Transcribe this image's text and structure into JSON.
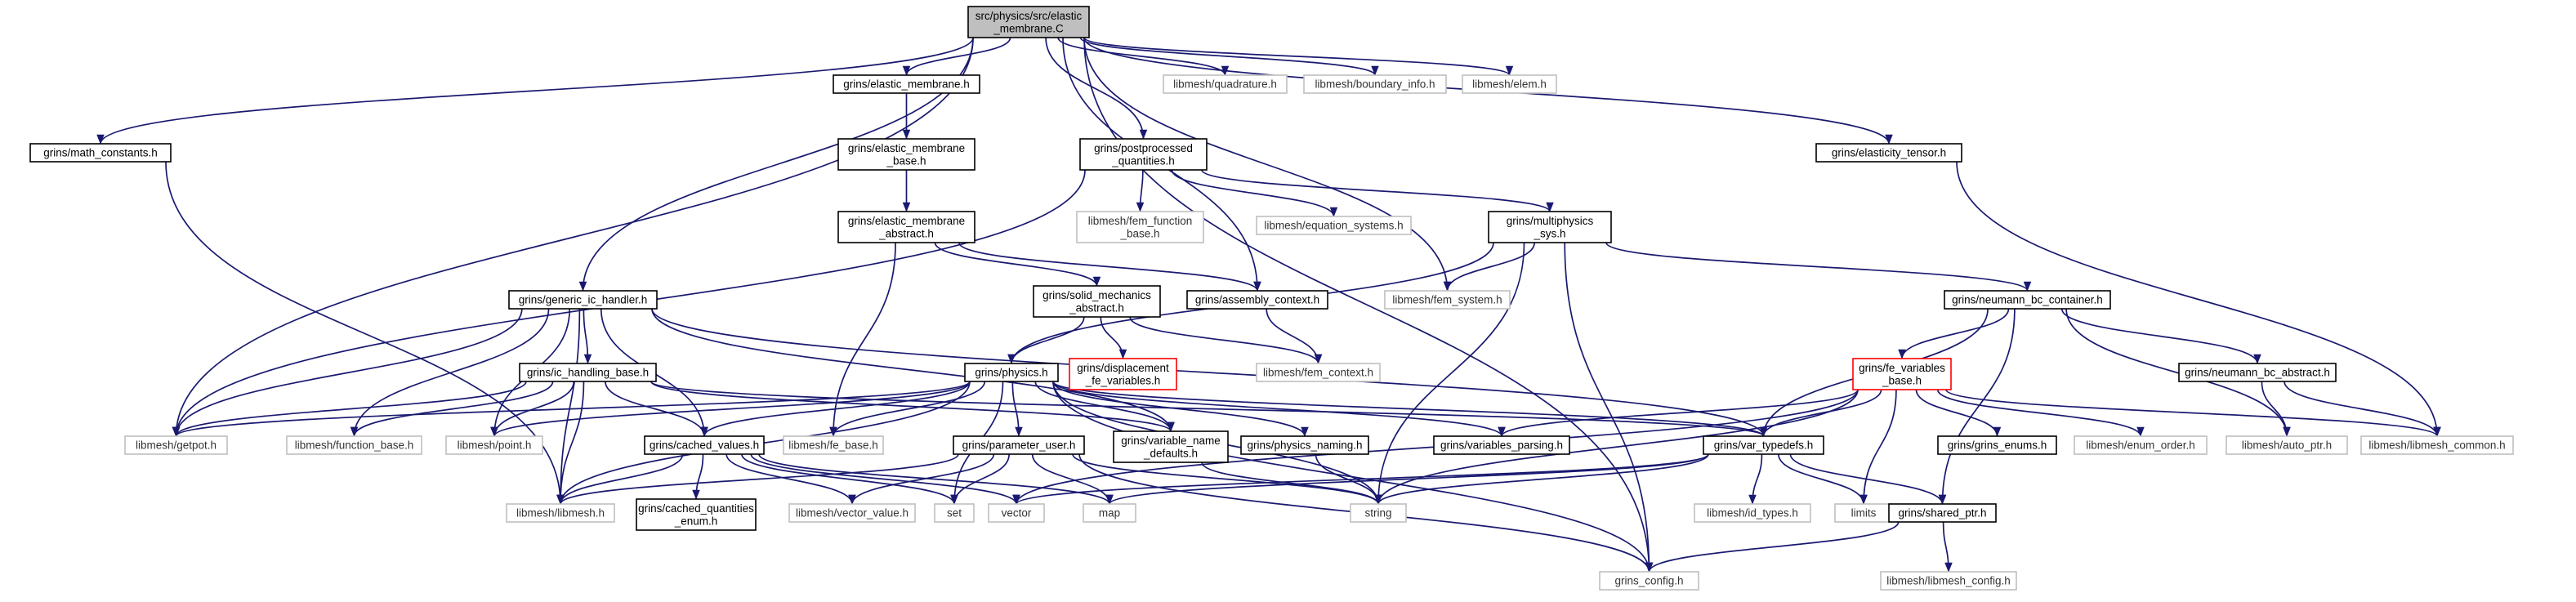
{
  "diagram": {
    "title": "src/physics/src/elastic_membrane.C",
    "nodes": [
      {
        "id": "root",
        "lines": [
          "src/physics/src/elastic",
          "_membrane.C"
        ],
        "style": "root"
      },
      {
        "id": "math_constants",
        "lines": [
          "grins/math_constants.h"
        ],
        "style": "normal"
      },
      {
        "id": "elastic_membrane_h",
        "lines": [
          "grins/elastic_membrane.h"
        ],
        "style": "normal"
      },
      {
        "id": "quadrature",
        "lines": [
          "libmesh/quadrature.h"
        ],
        "style": "ext"
      },
      {
        "id": "boundary_info",
        "lines": [
          "libmesh/boundary_info.h"
        ],
        "style": "ext"
      },
      {
        "id": "elem",
        "lines": [
          "libmesh/elem.h"
        ],
        "style": "ext"
      },
      {
        "id": "elastic_membrane_base",
        "lines": [
          "grins/elastic_membrane",
          "_base.h"
        ],
        "style": "normal"
      },
      {
        "id": "postprocessed",
        "lines": [
          "grins/postprocessed",
          "_quantities.h"
        ],
        "style": "normal"
      },
      {
        "id": "elasticity_tensor",
        "lines": [
          "grins/elasticity_tensor.h"
        ],
        "style": "normal"
      },
      {
        "id": "elastic_membrane_abstract",
        "lines": [
          "grins/elastic_membrane",
          "_abstract.h"
        ],
        "style": "normal"
      },
      {
        "id": "fem_function_base",
        "lines": [
          "libmesh/fem_function",
          "_base.h"
        ],
        "style": "ext"
      },
      {
        "id": "equation_systems",
        "lines": [
          "libmesh/equation_systems.h"
        ],
        "style": "ext"
      },
      {
        "id": "multiphysics_sys",
        "lines": [
          "grins/multiphysics",
          "_sys.h"
        ],
        "style": "normal"
      },
      {
        "id": "generic_ic_handler",
        "lines": [
          "grins/generic_ic_handler.h"
        ],
        "style": "normal"
      },
      {
        "id": "solid_mechanics_abstract",
        "lines": [
          "grins/solid_mechanics",
          "_abstract.h"
        ],
        "style": "normal"
      },
      {
        "id": "assembly_context",
        "lines": [
          "grins/assembly_context.h"
        ],
        "style": "normal"
      },
      {
        "id": "fem_system",
        "lines": [
          "libmesh/fem_system.h"
        ],
        "style": "ext"
      },
      {
        "id": "neumann_bc_container",
        "lines": [
          "grins/neumann_bc_container.h"
        ],
        "style": "normal"
      },
      {
        "id": "ic_handling_base",
        "lines": [
          "grins/ic_handling_base.h"
        ],
        "style": "normal"
      },
      {
        "id": "displacement_fe_variables",
        "lines": [
          "grins/displacement",
          "_fe_variables.h"
        ],
        "style": "red"
      },
      {
        "id": "fem_context",
        "lines": [
          "libmesh/fem_context.h"
        ],
        "style": "ext"
      },
      {
        "id": "physics",
        "lines": [
          "grins/physics.h"
        ],
        "style": "normal"
      },
      {
        "id": "fe_variables_base",
        "lines": [
          "grins/fe_variables",
          "_base.h"
        ],
        "style": "red"
      },
      {
        "id": "neumann_bc_abstract",
        "lines": [
          "grins/neumann_bc_abstract.h"
        ],
        "style": "normal"
      },
      {
        "id": "getpot",
        "lines": [
          "libmesh/getpot.h"
        ],
        "style": "ext"
      },
      {
        "id": "function_base",
        "lines": [
          "libmesh/function_base.h"
        ],
        "style": "ext"
      },
      {
        "id": "point",
        "lines": [
          "libmesh/point.h"
        ],
        "style": "ext"
      },
      {
        "id": "cached_values",
        "lines": [
          "grins/cached_values.h"
        ],
        "style": "normal"
      },
      {
        "id": "fe_base",
        "lines": [
          "libmesh/fe_base.h"
        ],
        "style": "ext"
      },
      {
        "id": "variable_name_defaults",
        "lines": [
          "grins/variable_name",
          "_defaults.h"
        ],
        "style": "normal"
      },
      {
        "id": "physics_naming",
        "lines": [
          "grins/physics_naming.h"
        ],
        "style": "normal"
      },
      {
        "id": "variables_parsing",
        "lines": [
          "grins/variables_parsing.h"
        ],
        "style": "normal"
      },
      {
        "id": "var_typedefs",
        "lines": [
          "grins/var_typedefs.h"
        ],
        "style": "normal"
      },
      {
        "id": "grins_enums",
        "lines": [
          "grins/grins_enums.h"
        ],
        "style": "normal"
      },
      {
        "id": "enum_order",
        "lines": [
          "libmesh/enum_order.h"
        ],
        "style": "ext"
      },
      {
        "id": "auto_ptr",
        "lines": [
          "libmesh/auto_ptr.h"
        ],
        "style": "ext"
      },
      {
        "id": "libmesh_common",
        "lines": [
          "libmesh/libmesh_common.h"
        ],
        "style": "ext"
      },
      {
        "id": "parameter_user",
        "lines": [
          "grins/parameter_user.h"
        ],
        "style": "normal"
      },
      {
        "id": "libmesh_h",
        "lines": [
          "libmesh/libmesh.h"
        ],
        "style": "ext"
      },
      {
        "id": "cached_quantities_enum",
        "lines": [
          "grins/cached_quantities",
          "_enum.h"
        ],
        "style": "normal"
      },
      {
        "id": "vector_value",
        "lines": [
          "libmesh/vector_value.h"
        ],
        "style": "ext"
      },
      {
        "id": "set",
        "lines": [
          "set"
        ],
        "style": "ext"
      },
      {
        "id": "vector",
        "lines": [
          "vector"
        ],
        "style": "ext"
      },
      {
        "id": "map",
        "lines": [
          "map"
        ],
        "style": "ext"
      },
      {
        "id": "string",
        "lines": [
          "string"
        ],
        "style": "ext"
      },
      {
        "id": "id_types",
        "lines": [
          "libmesh/id_types.h"
        ],
        "style": "ext"
      },
      {
        "id": "limits",
        "lines": [
          "limits"
        ],
        "style": "ext"
      },
      {
        "id": "shared_ptr",
        "lines": [
          "grins/shared_ptr.h"
        ],
        "style": "normal"
      },
      {
        "id": "grins_config",
        "lines": [
          "grins_config.h"
        ],
        "style": "ext"
      },
      {
        "id": "libmesh_config",
        "lines": [
          "libmesh/libmesh_config.h"
        ],
        "style": "ext"
      }
    ],
    "edges": [
      [
        "root",
        "math_constants"
      ],
      [
        "root",
        "elastic_membrane_h"
      ],
      [
        "root",
        "quadrature"
      ],
      [
        "root",
        "boundary_info"
      ],
      [
        "root",
        "elem"
      ],
      [
        "root",
        "postprocessed"
      ],
      [
        "root",
        "elasticity_tensor"
      ],
      [
        "root",
        "generic_ic_handler"
      ],
      [
        "root",
        "assembly_context"
      ],
      [
        "root",
        "fem_system"
      ],
      [
        "root",
        "getpot"
      ],
      [
        "root",
        "grins_config"
      ],
      [
        "math_constants",
        "libmesh_h"
      ],
      [
        "elastic_membrane_h",
        "elastic_membrane_base"
      ],
      [
        "elastic_membrane_base",
        "elastic_membrane_abstract"
      ],
      [
        "elastic_membrane_abstract",
        "solid_mechanics_abstract"
      ],
      [
        "elastic_membrane_abstract",
        "assembly_context"
      ],
      [
        "elastic_membrane_abstract",
        "fe_base"
      ],
      [
        "postprocessed",
        "fem_function_base"
      ],
      [
        "postprocessed",
        "equation_systems"
      ],
      [
        "postprocessed",
        "multiphysics_sys"
      ],
      [
        "postprocessed",
        "getpot"
      ],
      [
        "elasticity_tensor",
        "libmesh_common"
      ],
      [
        "multiphysics_sys",
        "fem_system"
      ],
      [
        "multiphysics_sys",
        "physics"
      ],
      [
        "multiphysics_sys",
        "neumann_bc_container"
      ],
      [
        "multiphysics_sys",
        "string"
      ],
      [
        "multiphysics_sys",
        "grins_config"
      ],
      [
        "solid_mechanics_abstract",
        "physics"
      ],
      [
        "solid_mechanics_abstract",
        "displacement_fe_variables"
      ],
      [
        "solid_mechanics_abstract",
        "fem_context"
      ],
      [
        "assembly_context",
        "fem_context"
      ],
      [
        "generic_ic_handler",
        "ic_handling_base"
      ],
      [
        "generic_ic_handler",
        "getpot"
      ],
      [
        "generic_ic_handler",
        "function_base"
      ],
      [
        "generic_ic_handler",
        "point"
      ],
      [
        "generic_ic_handler",
        "cached_values"
      ],
      [
        "generic_ic_handler",
        "variable_name_defaults"
      ],
      [
        "generic_ic_handler",
        "var_typedefs"
      ],
      [
        "generic_ic_handler",
        "libmesh_h"
      ],
      [
        "ic_handling_base",
        "getpot"
      ],
      [
        "ic_handling_base",
        "function_base"
      ],
      [
        "ic_handling_base",
        "point"
      ],
      [
        "ic_handling_base",
        "cached_values"
      ],
      [
        "ic_handling_base",
        "variable_name_defaults"
      ],
      [
        "ic_handling_base",
        "var_typedefs"
      ],
      [
        "ic_handling_base",
        "libmesh_h"
      ],
      [
        "physics",
        "getpot"
      ],
      [
        "physics",
        "point"
      ],
      [
        "physics",
        "fe_base"
      ],
      [
        "physics",
        "cached_values"
      ],
      [
        "physics",
        "variable_name_defaults"
      ],
      [
        "physics",
        "physics_naming"
      ],
      [
        "physics",
        "parameter_user"
      ],
      [
        "physics",
        "var_typedefs"
      ],
      [
        "physics",
        "variables_parsing"
      ],
      [
        "physics",
        "set"
      ],
      [
        "physics",
        "string"
      ],
      [
        "physics",
        "libmesh_h"
      ],
      [
        "physics",
        "grins_config"
      ],
      [
        "neumann_bc_container",
        "fe_variables_base"
      ],
      [
        "neumann_bc_container",
        "neumann_bc_abstract"
      ],
      [
        "neumann_bc_container",
        "var_typedefs"
      ],
      [
        "neumann_bc_container",
        "auto_ptr"
      ],
      [
        "neumann_bc_container",
        "shared_ptr"
      ],
      [
        "neumann_bc_abstract",
        "auto_ptr"
      ],
      [
        "neumann_bc_abstract",
        "libmesh_common"
      ],
      [
        "fe_variables_base",
        "variables_parsing"
      ],
      [
        "fe_variables_base",
        "var_typedefs"
      ],
      [
        "fe_variables_base",
        "grins_enums"
      ],
      [
        "fe_variables_base",
        "enum_order"
      ],
      [
        "fe_variables_base",
        "libmesh_common"
      ],
      [
        "fe_variables_base",
        "vector"
      ],
      [
        "fe_variables_base",
        "string"
      ],
      [
        "fe_variables_base",
        "limits"
      ],
      [
        "cached_values",
        "cached_quantities_enum"
      ],
      [
        "cached_values",
        "vector_value"
      ],
      [
        "cached_values",
        "set"
      ],
      [
        "cached_values",
        "vector"
      ],
      [
        "cached_values",
        "map"
      ],
      [
        "cached_values",
        "libmesh_h"
      ],
      [
        "variable_name_defaults",
        "string"
      ],
      [
        "physics_naming",
        "string"
      ],
      [
        "parameter_user",
        "libmesh_h"
      ],
      [
        "parameter_user",
        "vector_value"
      ],
      [
        "parameter_user",
        "set"
      ],
      [
        "parameter_user",
        "map"
      ],
      [
        "parameter_user",
        "string"
      ],
      [
        "parameter_user",
        "grins_config"
      ],
      [
        "var_typedefs",
        "id_types"
      ],
      [
        "var_typedefs",
        "limits"
      ],
      [
        "var_typedefs",
        "vector"
      ],
      [
        "var_typedefs",
        "map"
      ],
      [
        "var_typedefs",
        "string"
      ],
      [
        "var_typedefs",
        "shared_ptr"
      ],
      [
        "shared_ptr",
        "grins_config"
      ],
      [
        "shared_ptr",
        "libmesh_config"
      ]
    ]
  }
}
